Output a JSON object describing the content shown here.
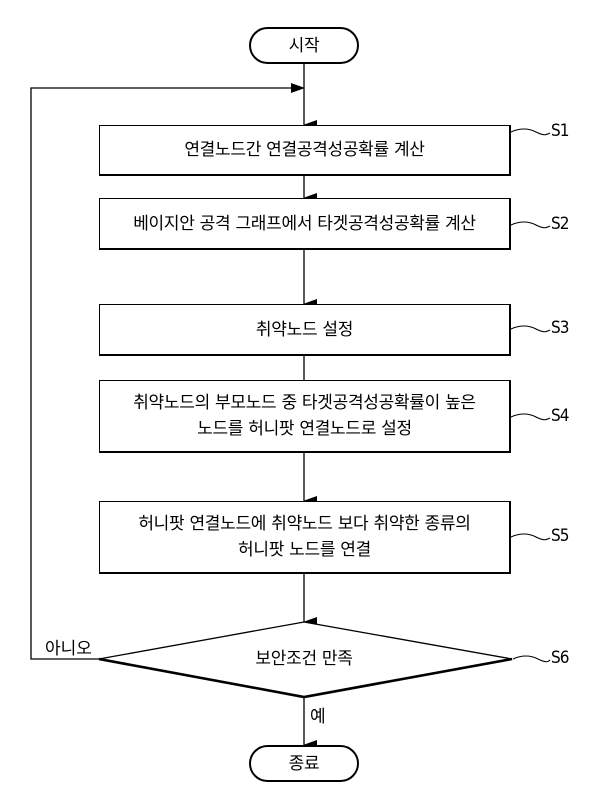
{
  "flowchart": {
    "start": "시작",
    "end": "종료",
    "steps": [
      {
        "id": "S1",
        "lines": [
          "연결노드간 연결공격성공확률 계산"
        ]
      },
      {
        "id": "S2",
        "lines": [
          "베이지안 공격 그래프에서 타겟공격성공확률 계산"
        ]
      },
      {
        "id": "S3",
        "lines": [
          "취약노드 설정"
        ]
      },
      {
        "id": "S4",
        "lines": [
          "취약노드의 부모노드 중 타겟공격성공확률이 높은",
          "노드를 허니팟 연결노드로 설정"
        ]
      },
      {
        "id": "S5",
        "lines": [
          "허니팟 연결노드에 취약노드 보다 취약한 종류의",
          "허니팟 노드를 연결"
        ]
      }
    ],
    "decision": {
      "id": "S6",
      "text": "보안조건 만족",
      "no_label": "아니오",
      "yes_label": "예"
    }
  }
}
